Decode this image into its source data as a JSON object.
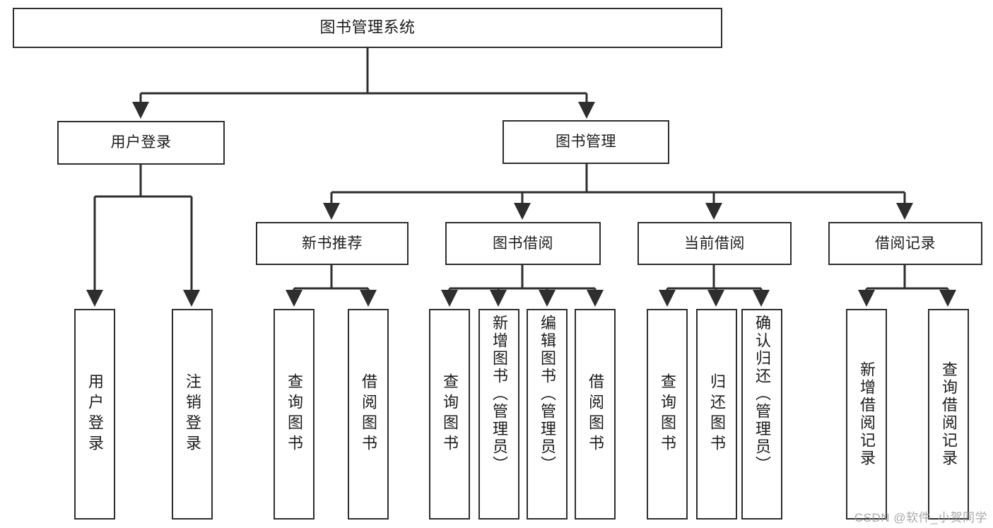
{
  "diagram": {
    "title": "图书管理系统",
    "type": "tree-hierarchy-chart",
    "root": {
      "id": "root",
      "label": "图书管理系统"
    },
    "level1": [
      {
        "id": "user-login",
        "label": "用户登录"
      },
      {
        "id": "book-management",
        "label": "图书管理"
      }
    ],
    "level2": [
      {
        "id": "new-book-recommend",
        "label": "新书推荐",
        "parent": "book-management"
      },
      {
        "id": "book-borrow",
        "label": "图书借阅",
        "parent": "book-management"
      },
      {
        "id": "current-borrow",
        "label": "当前借阅",
        "parent": "book-management"
      },
      {
        "id": "borrow-record",
        "label": "借阅记录",
        "parent": "book-management"
      }
    ],
    "leaves": {
      "user_login": [
        {
          "id": "leaf-user-login",
          "label": "用户登录"
        },
        {
          "id": "leaf-user-logout",
          "label": "注销登录"
        }
      ],
      "new_book_recommend": [
        {
          "id": "leaf-query-book-1",
          "label": "查询图书"
        },
        {
          "id": "leaf-borrow-book-1",
          "label": "借阅图书"
        }
      ],
      "book_borrow": [
        {
          "id": "leaf-query-book-2",
          "label": "查询图书"
        },
        {
          "id": "leaf-add-book",
          "label": "新增图书（管理员）"
        },
        {
          "id": "leaf-edit-book",
          "label": "编辑图书（管理员）"
        },
        {
          "id": "leaf-borrow-book-2",
          "label": "借阅图书"
        }
      ],
      "current_borrow": [
        {
          "id": "leaf-query-book-3",
          "label": "查询图书"
        },
        {
          "id": "leaf-return-book",
          "label": "归还图书"
        },
        {
          "id": "leaf-confirm-return",
          "label": "确认归还（管理员）"
        }
      ],
      "borrow_record": [
        {
          "id": "leaf-add-record",
          "label": "新增借阅记录"
        },
        {
          "id": "leaf-query-record",
          "label": "查询借阅记录"
        }
      ]
    }
  },
  "watermark": {
    "text": "CSDN @软件_小贺同学"
  },
  "colors": {
    "stroke": "#2e2e2e",
    "box_fill": "#ffffff",
    "text": "#1c1c1c",
    "watermark": "#9a9a9a",
    "background": "#ffffff"
  }
}
